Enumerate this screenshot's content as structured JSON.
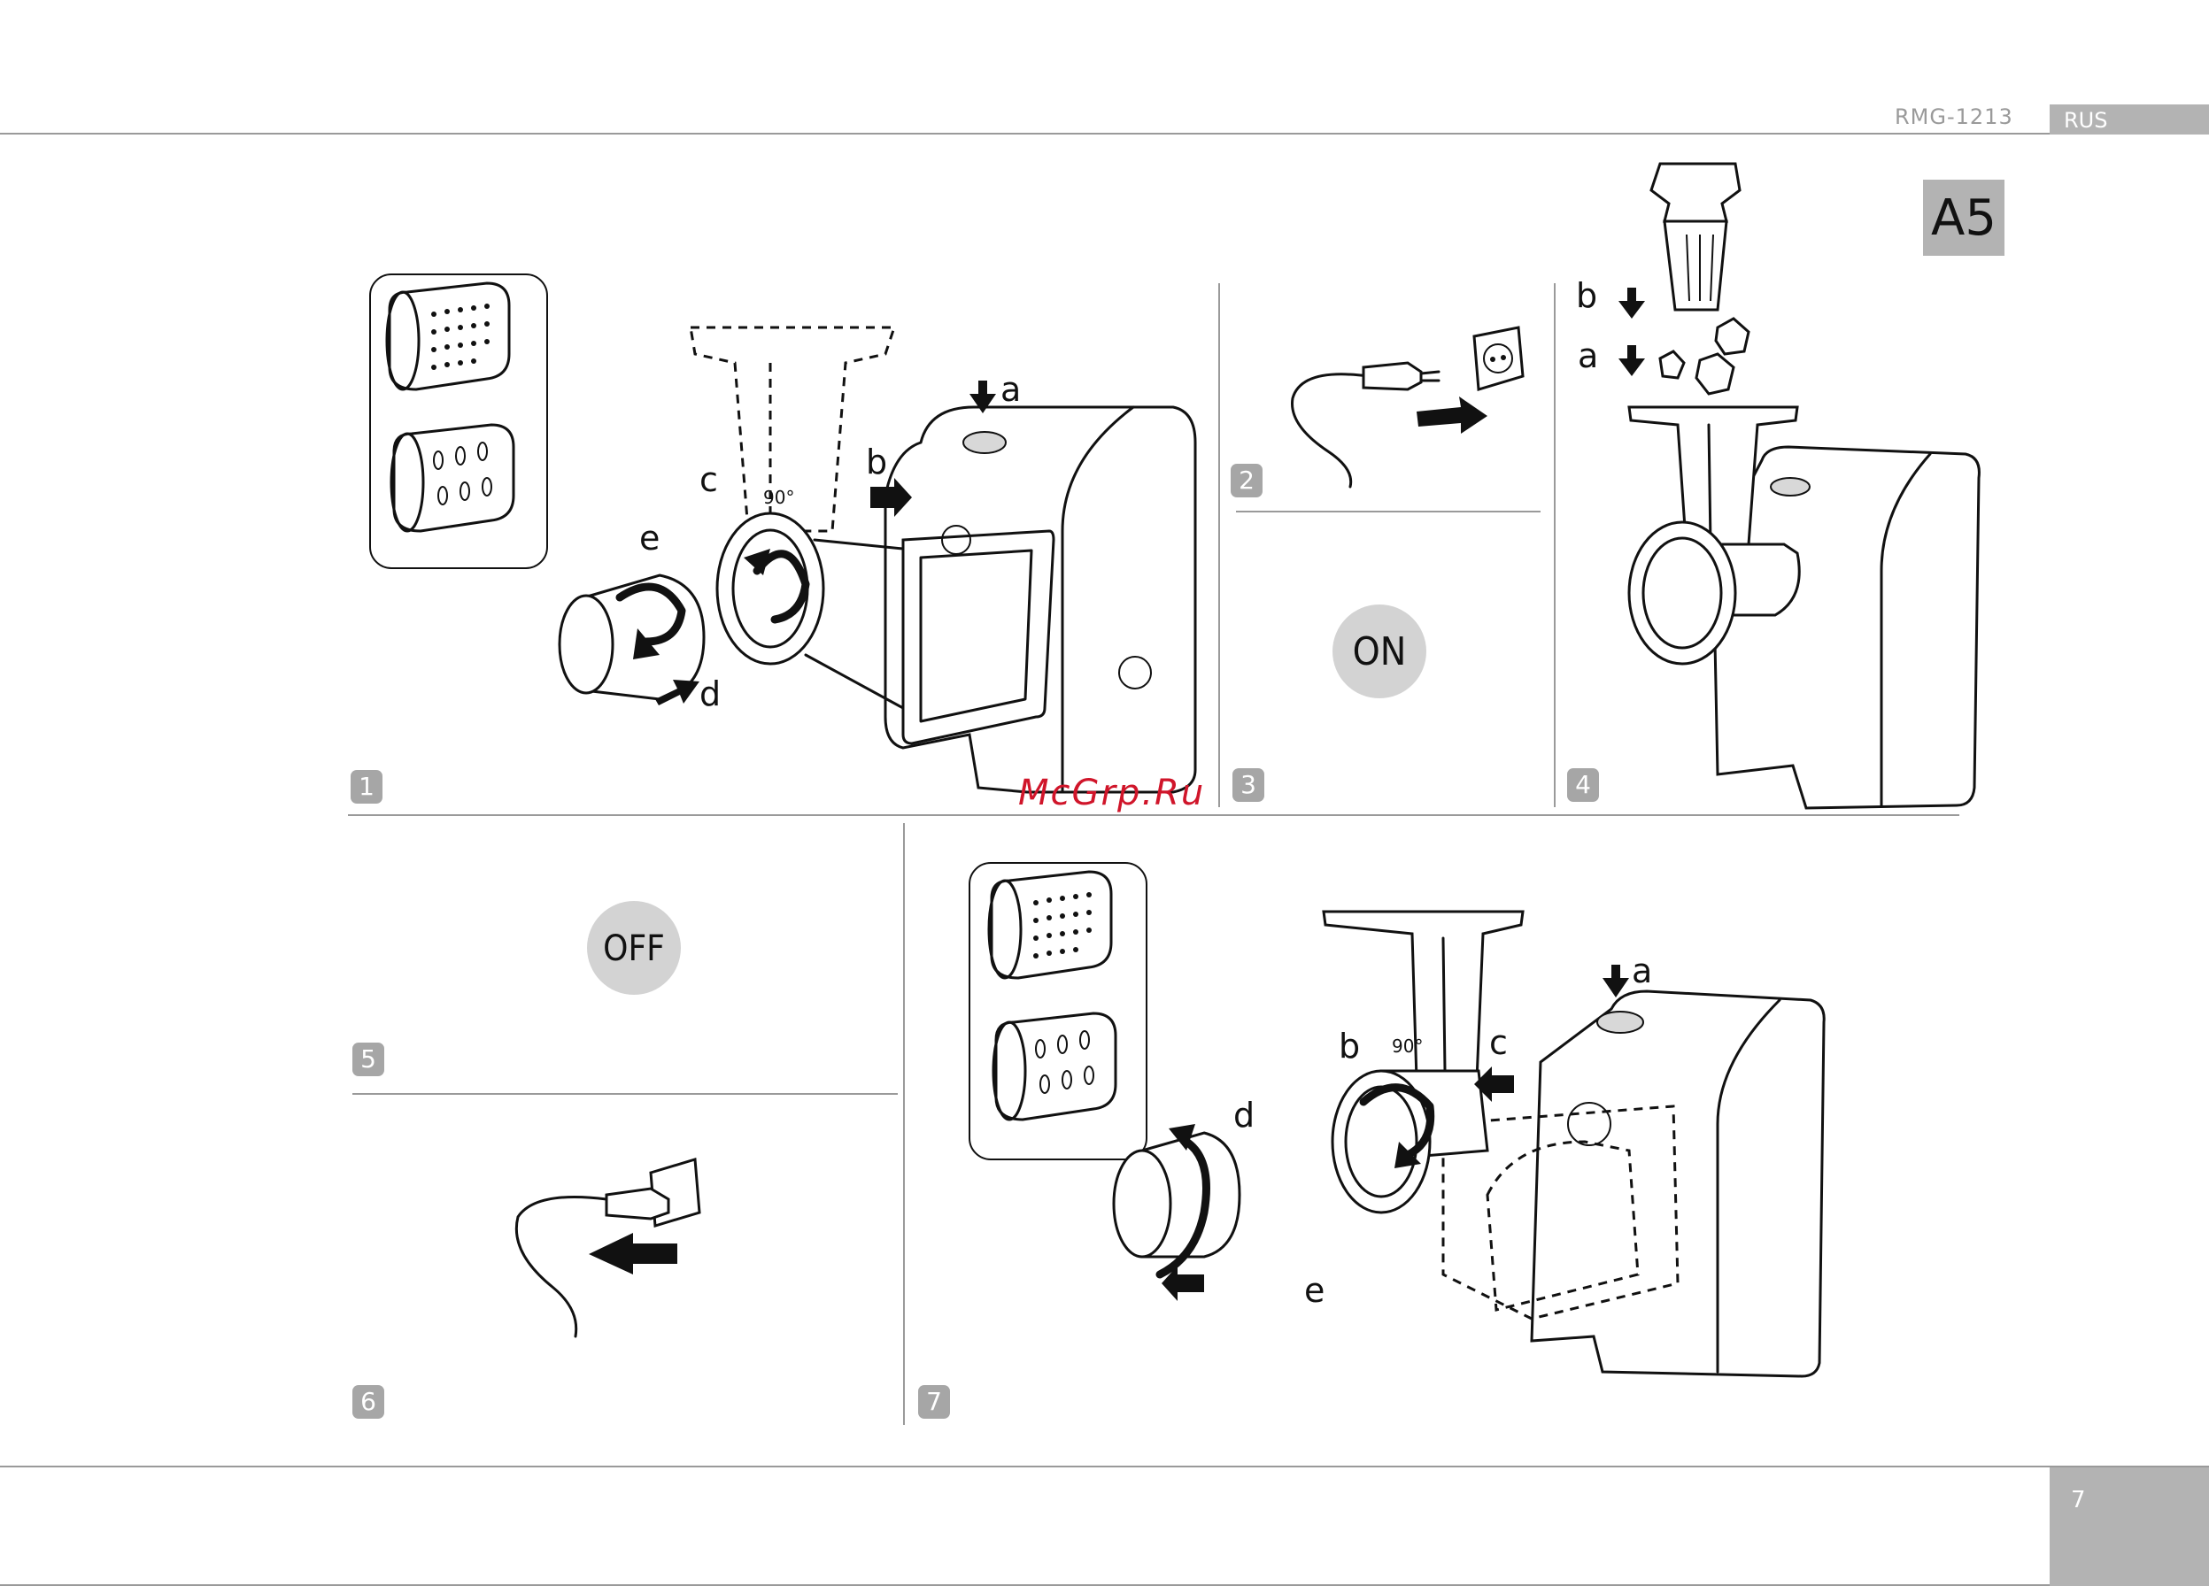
{
  "header": {
    "model": "RMG-1213",
    "language": "RUS"
  },
  "section_badge": "A5",
  "page_number": "7",
  "watermark": "McGrp.Ru",
  "steps": {
    "s1": {
      "number": "1",
      "labels": {
        "a": "a",
        "b": "b",
        "c": "c",
        "d": "d",
        "e": "e"
      },
      "angle": "90°"
    },
    "s2": {
      "number": "2"
    },
    "s3": {
      "number": "3",
      "button_text": "ON"
    },
    "s4": {
      "number": "4",
      "labels": {
        "a": "a",
        "b": "b"
      }
    },
    "s5": {
      "number": "5",
      "button_text": "OFF"
    },
    "s6": {
      "number": "6"
    },
    "s7": {
      "number": "7",
      "labels": {
        "a": "a",
        "b": "b",
        "c": "c",
        "d": "d",
        "e": "e"
      },
      "angle": "90°"
    }
  },
  "icons": [
    "grater-drum-fine-icon",
    "grater-drum-coarse-icon",
    "power-plug-icon",
    "wall-socket-icon",
    "pusher-icon",
    "food-pieces-icon"
  ]
}
